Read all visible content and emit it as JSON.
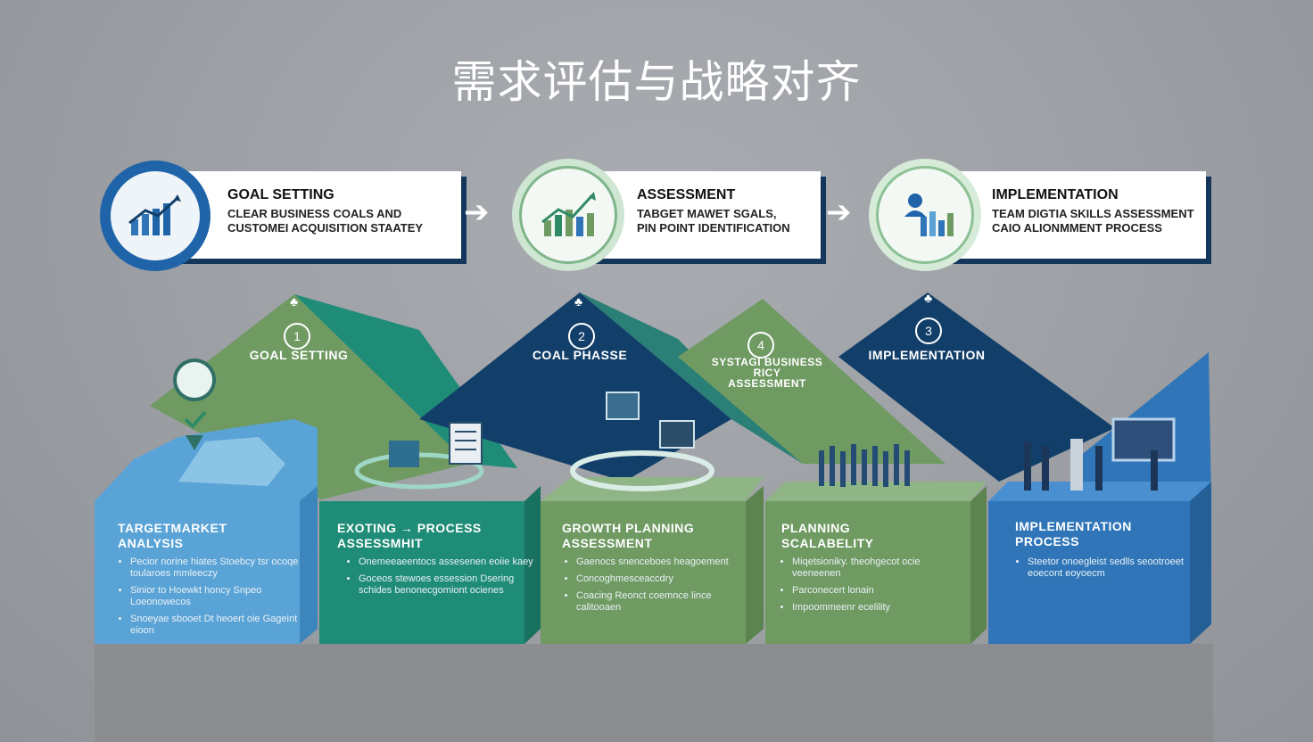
{
  "title": "需求评估与战略对齐",
  "steps": [
    {
      "heading": "GOAL SETTING",
      "line1": "CLEAR BUSINESS COALS AND",
      "line2": "CUSTOMEI ACQUISITION STAATEY",
      "icon": "bar-chart-growth-icon"
    },
    {
      "heading": "ASSESSMENT",
      "line1": "TABGET MAWET SGALS,",
      "line2": "PIN POINT IDENTIFICATION",
      "icon": "line-chart-up-icon"
    },
    {
      "heading": "IMPLEMENTATION",
      "line1": "TEAM DIGTIA SKILLS ASSESSMENT",
      "line2": "CAIO ALIONMMENT PROCESS",
      "icon": "team-chart-icon"
    }
  ],
  "phases": [
    {
      "num": "1",
      "label": "GOAL SETTING"
    },
    {
      "num": "2",
      "label": "COAL PHASSE"
    },
    {
      "num": "4",
      "label": "SYSTAGI BUSINESS\nRICY\nASSESSMENT"
    },
    {
      "num": "3",
      "label": "IMPLEMENTATION"
    }
  ],
  "blocks": [
    {
      "title": "TARGETMARKET\nANALYSIS",
      "items": [
        "Pecior norine hiates Stoebcy tsr ocoqe toularoes mmleeczy",
        "Sinior to Hoewkt honcy Snpeo Loeonowecos",
        "Snoeyae sbooet Dt heoert oie Gageint eioon"
      ]
    },
    {
      "title": "EXOTING → PROCESS\nASSESSMHIT",
      "items": [
        "Onemeeaeentocs assesenen eoiie kaey",
        "Goceos stewoes essession Dsering schides benonecgomiont ocienes"
      ]
    },
    {
      "title": "GROWTH PLANNING\nASSESSMENT",
      "items": [
        "Gaenocs snenceboes heagoement",
        "Concoghmesceaccdry",
        "Coacing Reonct coemnce lince calitooaen"
      ]
    },
    {
      "title": "PLANNING\nSCALABELITY",
      "items": [
        "Miqetsioniky. theohgecot ocie veeneenen",
        "Parconecert lonain",
        "Impoommeenr ecelility"
      ]
    },
    {
      "title": "IMPLEMENTATION\nPROCESS",
      "items": [
        "Steetor onoegleist sedlls seootroeet eoecont eoyoecm"
      ]
    }
  ],
  "colors": {
    "green": "#6f9a62",
    "teal": "#1f8c78",
    "navy": "#123f6a",
    "blue": "#2f75b8",
    "lightblue": "#5aa3d6"
  }
}
